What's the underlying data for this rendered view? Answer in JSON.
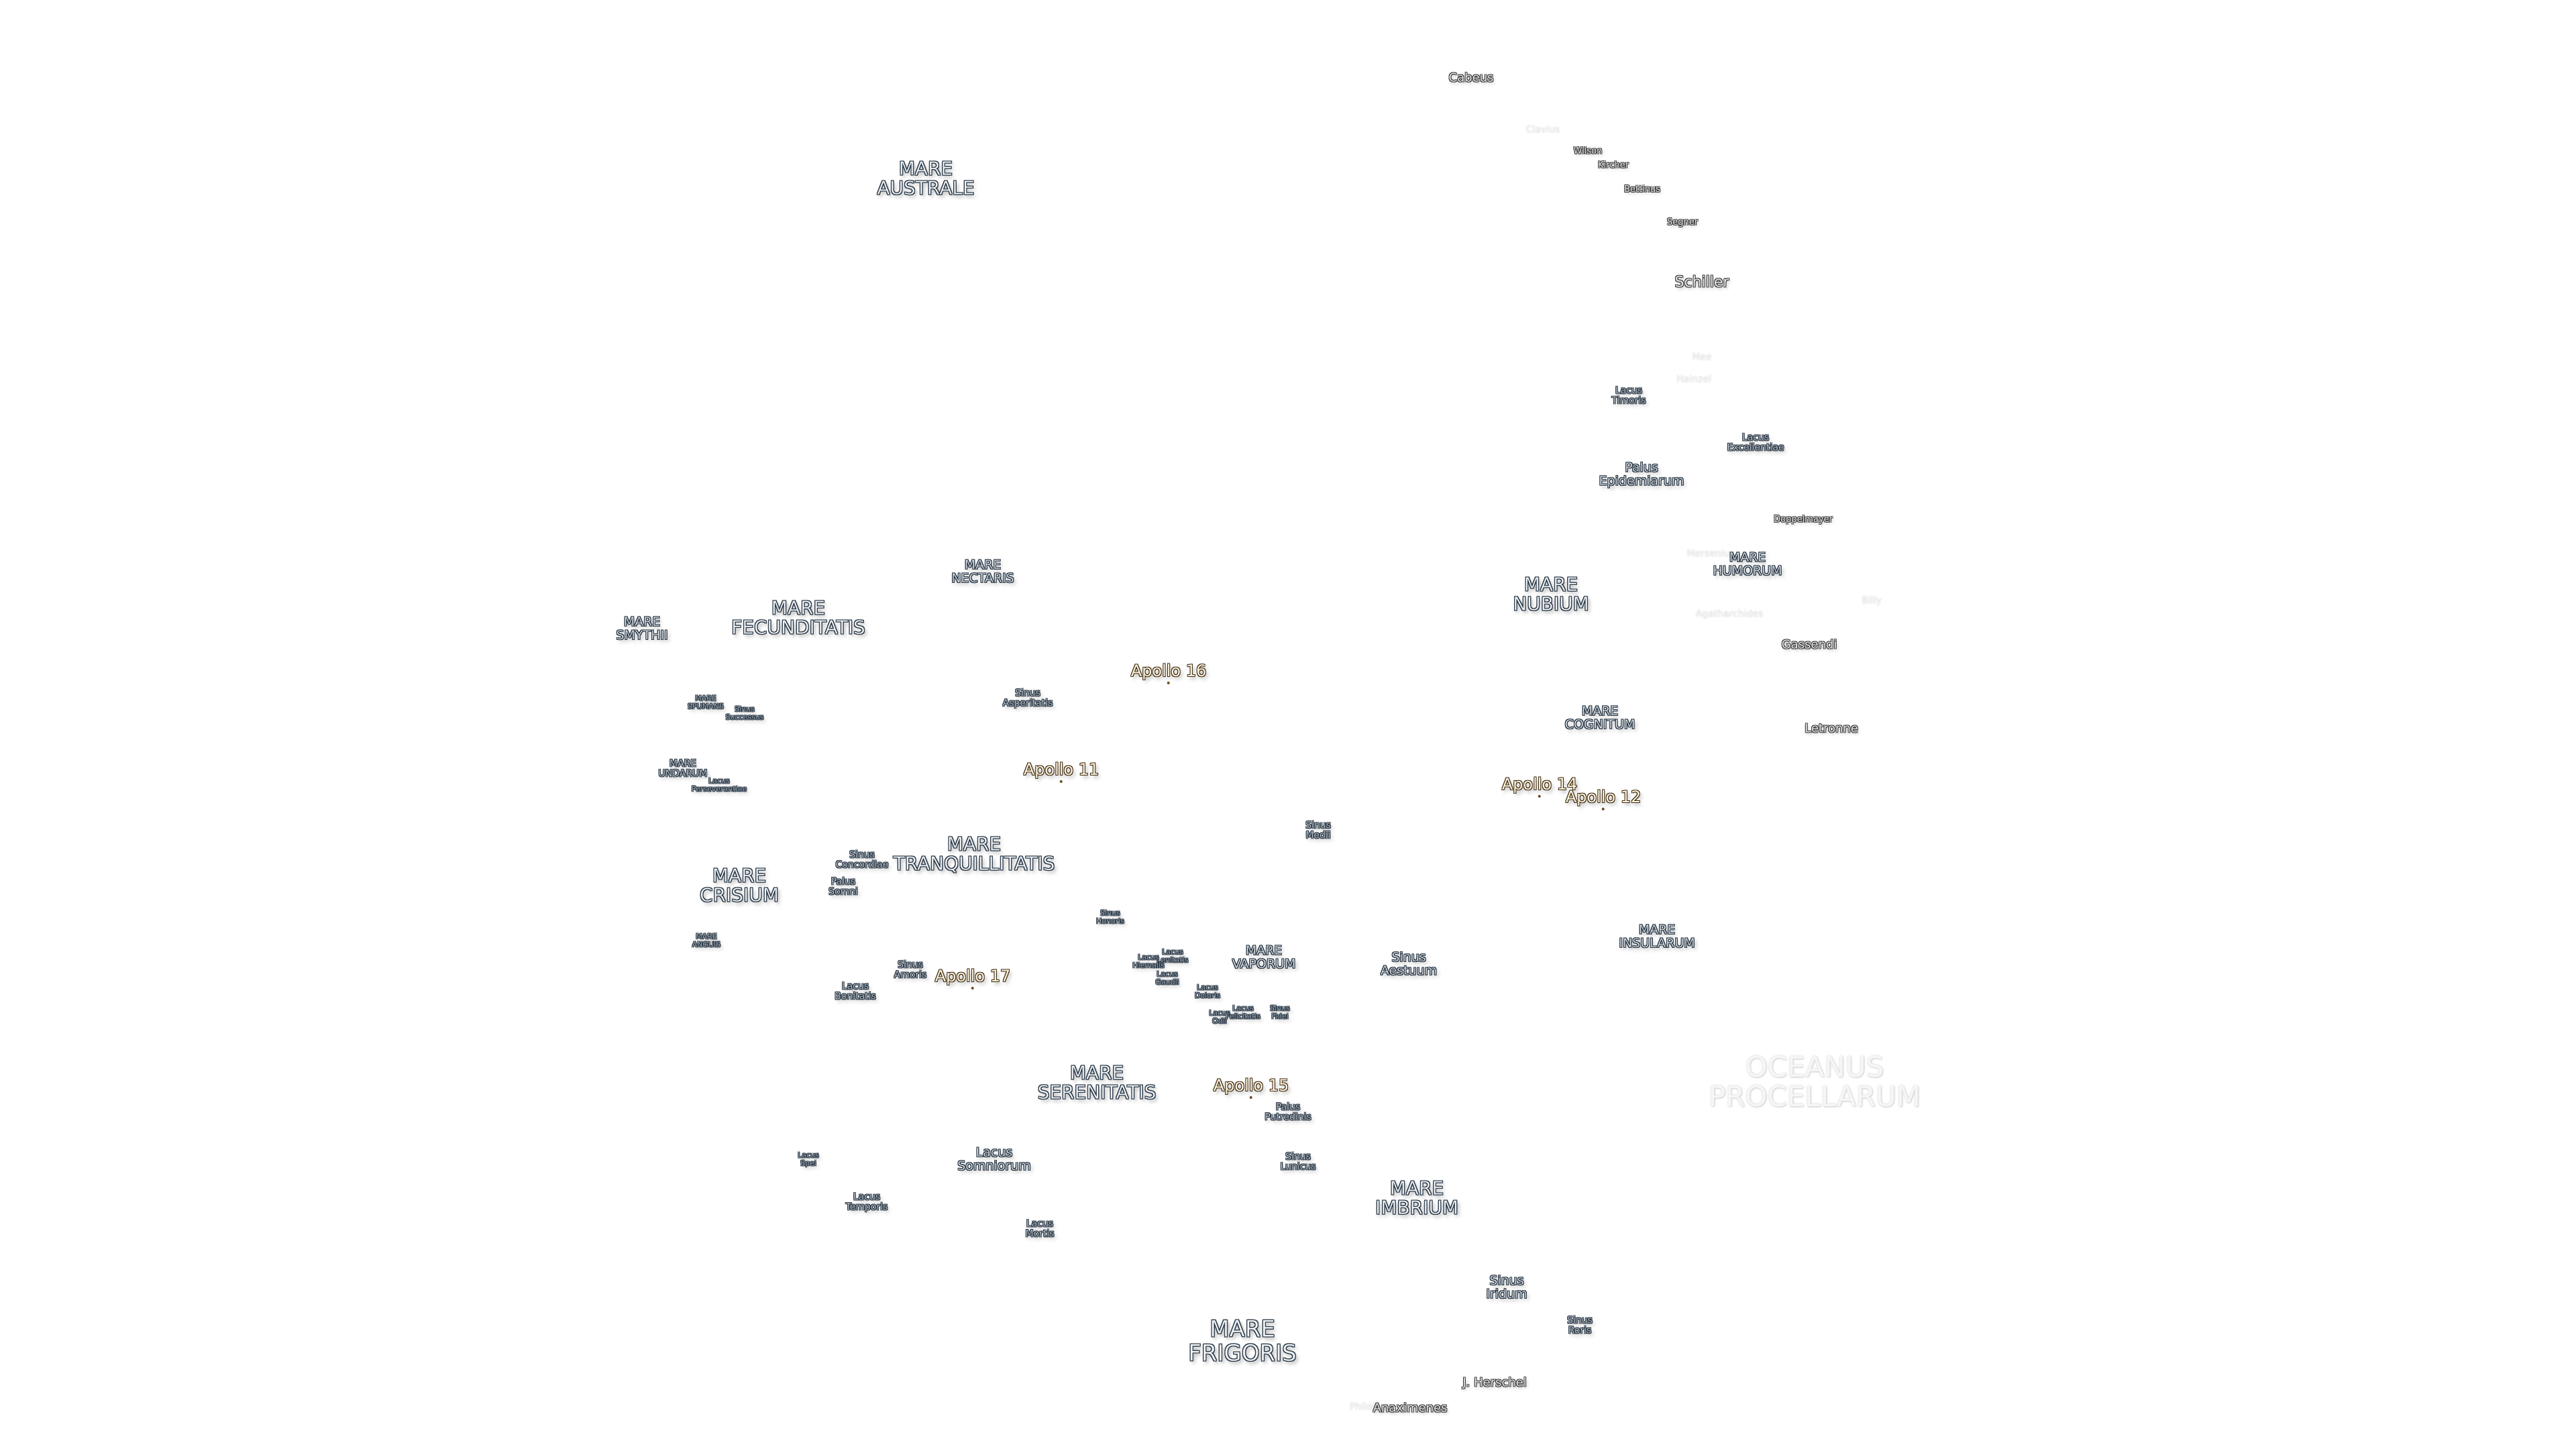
{
  "map": {
    "labels": [
      {
        "id": "cabeus",
        "text": "Cabeus",
        "kind": "crater"
      },
      {
        "id": "clavius",
        "text": "Clavius",
        "kind": "crater-faint"
      },
      {
        "id": "wilson",
        "text": "Wilson",
        "kind": "crater-small"
      },
      {
        "id": "kircher",
        "text": "Kircher",
        "kind": "crater-small"
      },
      {
        "id": "bettinus",
        "text": "Bettinus",
        "kind": "crater-small"
      },
      {
        "id": "segner",
        "text": "Segner",
        "kind": "crater-small"
      },
      {
        "id": "schiller",
        "text": "Schiller",
        "kind": "crater-mid"
      },
      {
        "id": "mee",
        "text": "Mee",
        "kind": "crater-faint"
      },
      {
        "id": "hainzel",
        "text": "Hainzel",
        "kind": "crater-faint"
      },
      {
        "id": "lacus-timoris",
        "text": "Lacus\nTimoris",
        "kind": "small"
      },
      {
        "id": "lacus-excellentiae",
        "text": "Lacus\nExcellentiae",
        "kind": "small"
      },
      {
        "id": "palus-epidemiarum",
        "text": "Palus\nEpidemiarum",
        "kind": "small-plus"
      },
      {
        "id": "doppelmayer",
        "text": "Doppelmayer",
        "kind": "crater-small"
      },
      {
        "id": "mersenius",
        "text": "Mersenius",
        "kind": "crater-faint"
      },
      {
        "id": "mare-humorum",
        "text": "MARE\nHUMORUM",
        "kind": "mare-small"
      },
      {
        "id": "agatharchides",
        "text": "Agatharchides",
        "kind": "crater-faint"
      },
      {
        "id": "mare-nubium",
        "text": "MARE\nNUBIUM",
        "kind": "mare"
      },
      {
        "id": "billy",
        "text": "Billy",
        "kind": "crater-faint"
      },
      {
        "id": "gassendi",
        "text": "Gassendi",
        "kind": "crater"
      },
      {
        "id": "letronne",
        "text": "Letronne",
        "kind": "crater"
      },
      {
        "id": "mare-cognitum",
        "text": "MARE\nCOGNITUM",
        "kind": "mare-small"
      },
      {
        "id": "mare-australe",
        "text": "MARE\nAUSTRALE",
        "kind": "mare"
      },
      {
        "id": "mare-nectaris",
        "text": "MARE\nNECTARIS",
        "kind": "mare-small"
      },
      {
        "id": "mare-fecunditatis",
        "text": "MARE\nFECUNDITATIS",
        "kind": "mare"
      },
      {
        "id": "mare-smythii",
        "text": "MARE\nSMYTHII",
        "kind": "mare-small"
      },
      {
        "id": "mare-spumans",
        "text": "MARE\nSPUMANS",
        "kind": "tiny"
      },
      {
        "id": "sinus-successus",
        "text": "Sinus\nSuccessus",
        "kind": "tiny"
      },
      {
        "id": "sinus-asperitatis",
        "text": "Sinus\nAsperitatis",
        "kind": "small"
      },
      {
        "id": "mare-undarum",
        "text": "MARE\nUNDARUM",
        "kind": "small"
      },
      {
        "id": "lacus-perseverantiae",
        "text": "Lacus\nPerseverantiae",
        "kind": "tiny"
      },
      {
        "id": "sinus-medii",
        "text": "Sinus\nMedii",
        "kind": "small"
      },
      {
        "id": "mare-tranquillitatis",
        "text": "MARE\nTRANQUILLITATIS",
        "kind": "mare"
      },
      {
        "id": "sinus-concordiae",
        "text": "Sinus\nConcordiae",
        "kind": "small"
      },
      {
        "id": "palus-somni",
        "text": "Palus\nSomni",
        "kind": "small"
      },
      {
        "id": "mare-crisium",
        "text": "MARE\nCRISIUM",
        "kind": "mare"
      },
      {
        "id": "mare-insularum",
        "text": "MARE\nINSULARUM",
        "kind": "mare-small"
      },
      {
        "id": "sinus-honoris",
        "text": "Sinus\nHonoris",
        "kind": "tiny"
      },
      {
        "id": "lacus-lenitatis",
        "text": "Lacus\nLenitatis",
        "kind": "tiny"
      },
      {
        "id": "lacus-hiemalis",
        "text": "Lacus\nHiemalis",
        "kind": "tiny"
      },
      {
        "id": "lacus-gaudii",
        "text": "Lacus\nGaudii",
        "kind": "tiny"
      },
      {
        "id": "mare-vaporum",
        "text": "MARE\nVAPORUM",
        "kind": "mare-small"
      },
      {
        "id": "sinus-aestuum",
        "text": "Sinus\nAestuum",
        "kind": "small-plus"
      },
      {
        "id": "mare-anguis",
        "text": "MARE\nANGUIS",
        "kind": "tiny"
      },
      {
        "id": "sinus-amoris",
        "text": "Sinus\nAmoris",
        "kind": "small"
      },
      {
        "id": "lacus-bonitatis",
        "text": "Lacus\nBonitatis",
        "kind": "small"
      },
      {
        "id": "lacus-doloris",
        "text": "Lacus\nDoloris",
        "kind": "tiny"
      },
      {
        "id": "lacus-odii",
        "text": "Lacus\nOdii",
        "kind": "tiny"
      },
      {
        "id": "lacus-felicitatis",
        "text": "Lacus\nFelicitatis",
        "kind": "tiny"
      },
      {
        "id": "sinus-fidei",
        "text": "Sinus\nFidei",
        "kind": "tiny"
      },
      {
        "id": "oceanus-procellarum",
        "text": "OCEANUS\nPROCELLARUM",
        "kind": "ocean"
      },
      {
        "id": "mare-serenitatis",
        "text": "MARE\nSERENITATIS",
        "kind": "mare"
      },
      {
        "id": "palus-putredinis",
        "text": "Palus\nPutredinis",
        "kind": "small"
      },
      {
        "id": "lacus-spei",
        "text": "Lacus\nSpei",
        "kind": "tiny"
      },
      {
        "id": "lacus-somniorum",
        "text": "Lacus\nSomniorum",
        "kind": "small-plus"
      },
      {
        "id": "sinus-lunicus",
        "text": "Sinus\nLunicus",
        "kind": "small"
      },
      {
        "id": "mare-imbrium",
        "text": "MARE\nIMBRIUM",
        "kind": "mare"
      },
      {
        "id": "lacus-temporis",
        "text": "Lacus\nTemporis",
        "kind": "small"
      },
      {
        "id": "lacus-mortis",
        "text": "Lacus\nMortis",
        "kind": "small"
      },
      {
        "id": "sinus-iridum",
        "text": "Sinus\nIridum",
        "kind": "small-plus"
      },
      {
        "id": "sinus-roris",
        "text": "Sinus\nRoris",
        "kind": "small"
      },
      {
        "id": "mare-frigoris",
        "text": "MARE\nFRIGORIS",
        "kind": "mare-big"
      },
      {
        "id": "j-herschel",
        "text": "J. Herschel",
        "kind": "crater"
      },
      {
        "id": "philolaus",
        "text": "Philolaus",
        "kind": "crater-faint"
      },
      {
        "id": "anaximenes",
        "text": "Anaximenes",
        "kind": "crater"
      }
    ],
    "apollo_sites": [
      {
        "id": "apollo-16",
        "text": "Apollo 16"
      },
      {
        "id": "apollo-11",
        "text": "Apollo 11"
      },
      {
        "id": "apollo-14",
        "text": "Apollo 14"
      },
      {
        "id": "apollo-12",
        "text": "Apollo 12"
      },
      {
        "id": "apollo-17",
        "text": "Apollo 17"
      },
      {
        "id": "apollo-15",
        "text": "Apollo 15"
      }
    ]
  }
}
